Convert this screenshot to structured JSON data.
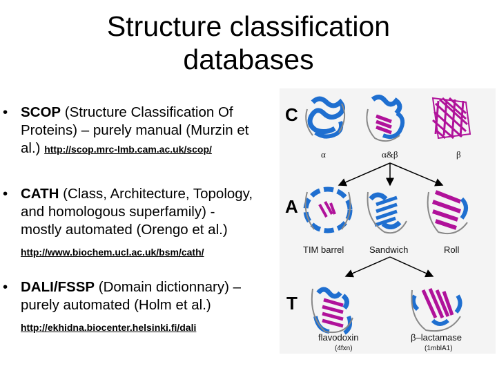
{
  "title": {
    "line1": "Structure classification",
    "line2": "databases"
  },
  "bullets": [
    {
      "marker": "•",
      "name": "SCOP",
      "text_line1": " (Structure Classification Of",
      "text_line2": "Proteins) – purely manual (Murzin et",
      "text_line3": "al.) ",
      "url": "http://scop.mrc-lmb.cam.ac.uk/scop/"
    },
    {
      "marker": "•",
      "name": "CATH",
      "text_line1": " (Class, Architecture, Topology,",
      "text_line2": "and homologous superfamily) -",
      "text_line3": "mostly automated (Orengo et al.)",
      "url": "http://www.biochem.ucl.ac.uk/bsm/cath/"
    },
    {
      "marker": "•",
      "name": "DALI/FSSP",
      "text_line1": " (Domain dictionnary) –",
      "text_line2": "purely automated (Holm et al.)",
      "url": "http://ekhidna.biocenter.helsinki.fi/dali"
    }
  ],
  "figure": {
    "levels": [
      "C",
      "A",
      "T"
    ],
    "class_labels": [
      "α",
      "α&β",
      "β"
    ],
    "architecture_labels": [
      "TIM barrel",
      "Sandwich",
      "Roll"
    ],
    "topology_labels": [
      "flavodoxin",
      "β–lactamase"
    ],
    "pdb_codes": [
      "(4fxn)",
      "(1mblA1)"
    ],
    "colors": {
      "helix": "#1f6fd0",
      "sheet": "#b0129a",
      "loop": "#888888"
    }
  }
}
